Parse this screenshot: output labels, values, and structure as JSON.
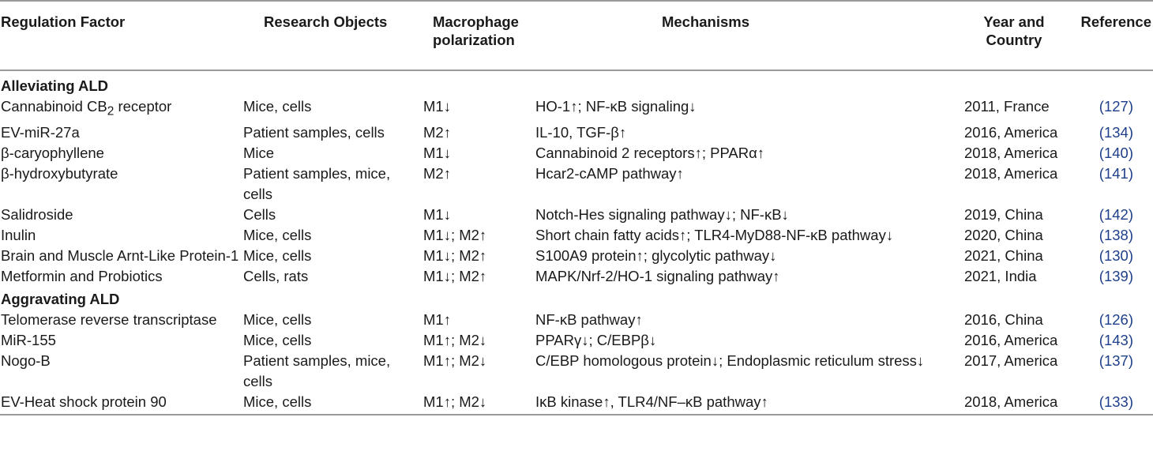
{
  "headers": {
    "factor": "Regulation Factor",
    "objects": "Research Objects",
    "polarization": "Macrophage polarization",
    "mechanisms": "Mechanisms",
    "year": "Year and Country",
    "reference": "Reference"
  },
  "sections": [
    {
      "title": "Alleviating ALD",
      "rows": [
        {
          "factor_html": "Cannabinoid CB<sub>2</sub> receptor",
          "objects": "Mice, cells",
          "polarization": "M1↓",
          "mechanisms": "HO-1↑; NF-κB signaling↓",
          "year": "2011, France",
          "reference": "(127)"
        },
        {
          "factor": "EV-miR-27a",
          "objects": "Patient samples, cells",
          "polarization": "M2↑",
          "mechanisms": "IL-10, TGF-β↑",
          "year": "2016, America",
          "reference": "(134)"
        },
        {
          "factor": "β-caryophyllene",
          "objects": "Mice",
          "polarization": "M1↓",
          "mechanisms": "Cannabinoid 2 receptors↑; PPARα↑",
          "year": "2018, America",
          "reference": "(140)"
        },
        {
          "factor": "β-hydroxybutyrate",
          "objects": "Patient samples, mice, cells",
          "polarization": "M2↑",
          "mechanisms": "Hcar2-cAMP pathway↑",
          "year": "2018, America",
          "reference": "(141)"
        },
        {
          "factor": "Salidroside",
          "objects": "Cells",
          "polarization": "M1↓",
          "mechanisms": "Notch-Hes signaling pathway↓; NF-κB↓",
          "year": "2019, China",
          "reference": "(142)"
        },
        {
          "factor": "Inulin",
          "objects": "Mice, cells",
          "polarization": "M1↓; M2↑",
          "mechanisms": "Short chain fatty acids↑; TLR4-MyD88-NF-κB pathway↓",
          "year": "2020, China",
          "reference": "(138)"
        },
        {
          "factor": "Brain and Muscle Arnt-Like Protein-1",
          "objects": "Mice, cells",
          "polarization": "M1↓; M2↑",
          "mechanisms": "S100A9 protein↑; glycolytic pathway↓",
          "year": "2021, China",
          "reference": "(130)"
        },
        {
          "factor": "Metformin and Probiotics",
          "objects": "Cells, rats",
          "polarization": "M1↓; M2↑",
          "mechanisms": "MAPK/Nrf-2/HO-1 signaling pathway↑",
          "year": "2021, India",
          "reference": "(139)"
        }
      ]
    },
    {
      "title": "Aggravating ALD",
      "rows": [
        {
          "factor": "Telomerase reverse transcriptase",
          "objects": "Mice, cells",
          "polarization": "M1↑",
          "mechanisms": "NF-κB pathway↑",
          "year": "2016, China",
          "reference": "(126)"
        },
        {
          "factor": "MiR-155",
          "objects": "Mice, cells",
          "polarization": "M1↑; M2↓",
          "mechanisms": "PPARγ↓; C/EBPβ↓",
          "year": "2016, America",
          "reference": "(143)"
        },
        {
          "factor": "Nogo-B",
          "objects": "Patient samples, mice, cells",
          "polarization": "M1↑; M2↓",
          "mechanisms": "C/EBP homologous protein↓; Endoplasmic reticulum stress↓",
          "year": "2017, America",
          "reference": "(137)"
        },
        {
          "factor": "EV-Heat shock protein 90",
          "objects": "Mice, cells",
          "polarization": "M1↑; M2↓",
          "mechanisms": "IκB kinase↑, TLR4/NF–κB pathway↑",
          "year": "2018, America",
          "reference": "(133)"
        }
      ]
    }
  ]
}
